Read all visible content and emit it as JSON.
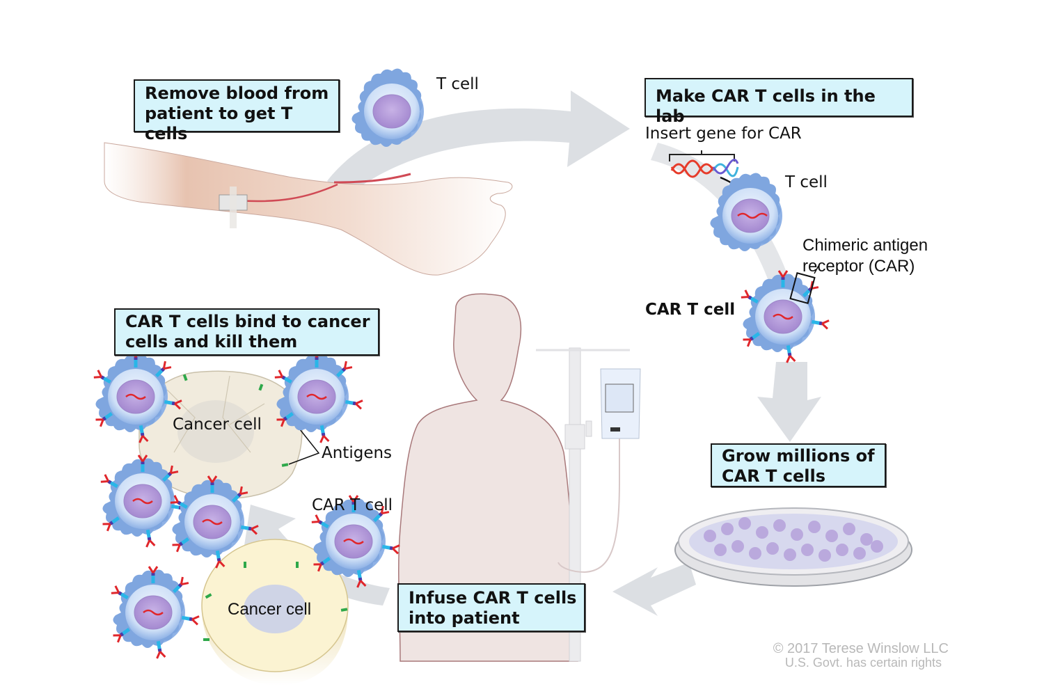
{
  "steps": {
    "remove_blood": {
      "line1": "Remove blood from",
      "line2": "patient to get T cells"
    },
    "make_car": {
      "line1": "Make CAR T cells in the lab"
    },
    "grow": {
      "line1": "Grow millions of",
      "line2": "CAR T cells"
    },
    "infuse": {
      "line1": "Infuse CAR T cells",
      "line2": "into patient"
    },
    "bind": {
      "line1": "CAR T cells bind to cancer",
      "line2": "cells and kill them"
    }
  },
  "labels": {
    "t_cell_top": "T cell",
    "insert_gene": "Insert gene for CAR",
    "t_cell_lab": "T cell",
    "car_line1": "Chimeric antigen",
    "car_line2": "receptor (CAR)",
    "car_t_cell_lab": "CAR T cell",
    "car_t_cell_infuse": "CAR T cell",
    "cancer_cell_1": "Cancer cell",
    "cancer_cell_2": "Cancer cell",
    "antigens": "Antigens"
  },
  "copyright": {
    "line1": "© 2017 Terese Winslow LLC",
    "line2": "U.S. Govt. has certain rights"
  },
  "colors": {
    "box_fill": "#d6f4fb",
    "arrow": "#dcdfe3",
    "cell_membrane": "#a9c8f0",
    "nucleus": "#b49ad6",
    "car_receptor_stem": "#29b6e8",
    "car_receptor_head": "#e0262b",
    "antigen": "#2ea84a",
    "skin": "#f1e2dc",
    "cancer_cell": "#fbf3d2"
  }
}
